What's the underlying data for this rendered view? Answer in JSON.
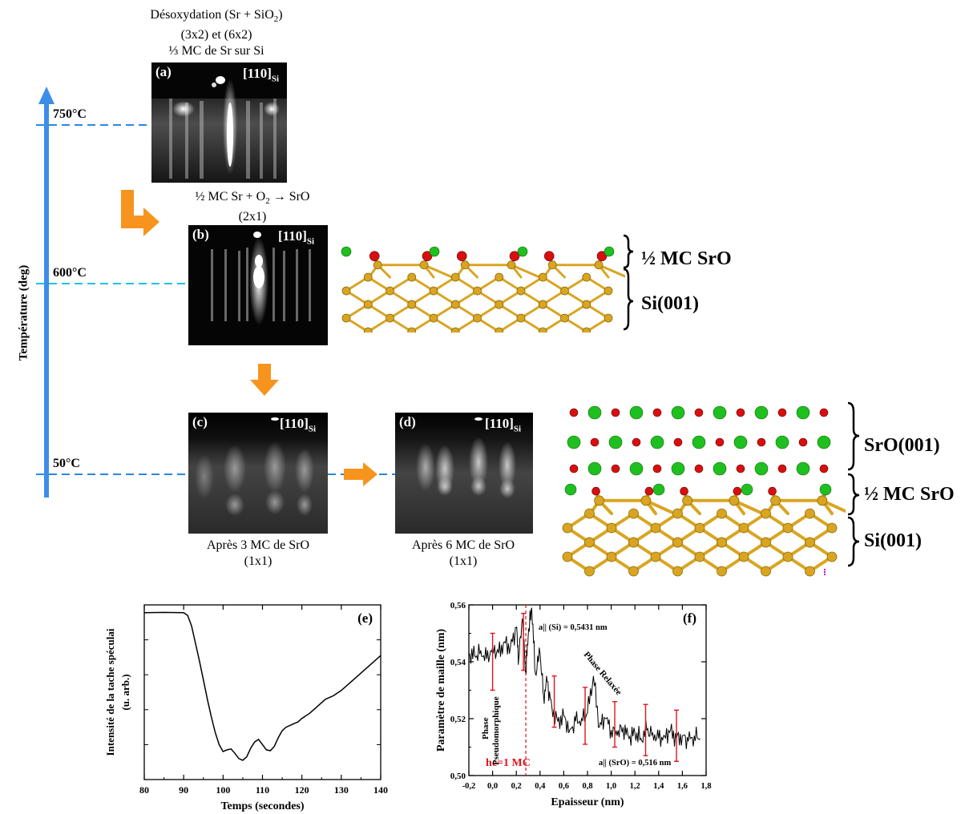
{
  "header": {
    "line1": "Désoxydation (Sr + SiO",
    "line1_sub": "2",
    "line1_end": ")",
    "line2": "(3x2) et (6x2)",
    "line3": "⅓ MC de Sr sur Si"
  },
  "step_b": {
    "line1_start": "½ MC Sr + O",
    "line1_sub": "2",
    "line1_end": " → SrO",
    "line2": "(2x1)"
  },
  "temperature_axis": {
    "label": "Température (deg)",
    "t750": "750°C",
    "t600": "600°C",
    "t50": "50°C"
  },
  "panels": {
    "a": {
      "label": "(a)",
      "dir": "[110]",
      "dir_sub": "Si"
    },
    "b": {
      "label": "(b)",
      "dir": "[110]",
      "dir_sub": "Si"
    },
    "c": {
      "label": "(c)",
      "dir": "[110]",
      "dir_sub": "Si",
      "caption1": "Après 3 MC de SrO",
      "caption2": "(1x1)"
    },
    "d": {
      "label": "(d)",
      "dir": "[110]",
      "dir_sub": "Si",
      "caption1": "Après 6 MC de SrO",
      "caption2": "(1x1)"
    }
  },
  "structure_small": {
    "top": "½ MC SrO",
    "bottom": "Si(001)"
  },
  "structure_large": {
    "top": "SrO(001)",
    "middle": "½ MC SrO",
    "bottom": "Si(001)"
  },
  "colors": {
    "arrow_blue": "#3d8ee8",
    "dash_blue": "#2e86de",
    "dash_cyan": "#19c4e6",
    "orange": "#f7941d",
    "si_gold": "#d9a521",
    "oxygen_red": "#d80f0f",
    "sr_green": "#1fbf1f",
    "error_red": "#e0141e"
  },
  "chart_data": [
    {
      "type": "line",
      "panel": "(e)",
      "title": "",
      "xlabel": "Temps (secondes)",
      "ylabel": "Intensité de la tache spéculai (u. arb.)",
      "ylabel_line1": "Intensité de la tache spéculai",
      "ylabel_line2": "(u. arb.)",
      "xlim": [
        80,
        140
      ],
      "ylim": [
        0,
        1
      ],
      "xticks": [
        "80",
        "90",
        "100",
        "110",
        "120",
        "130",
        "140"
      ],
      "x": [
        80,
        85,
        90,
        91,
        92,
        93,
        94,
        95,
        96,
        97,
        98,
        99,
        100,
        101,
        102,
        103,
        104,
        105,
        106,
        107,
        108,
        109,
        110,
        111,
        112,
        113,
        114,
        115,
        116,
        117,
        118,
        119,
        120,
        122,
        124,
        126,
        128,
        130,
        132,
        134,
        136,
        138,
        140
      ],
      "y": [
        0.955,
        0.957,
        0.955,
        0.94,
        0.88,
        0.78,
        0.68,
        0.57,
        0.46,
        0.36,
        0.27,
        0.2,
        0.16,
        0.17,
        0.175,
        0.15,
        0.12,
        0.11,
        0.13,
        0.18,
        0.215,
        0.23,
        0.2,
        0.17,
        0.165,
        0.19,
        0.24,
        0.28,
        0.3,
        0.31,
        0.32,
        0.33,
        0.35,
        0.38,
        0.42,
        0.46,
        0.48,
        0.51,
        0.55,
        0.59,
        0.63,
        0.67,
        0.71
      ]
    },
    {
      "type": "line",
      "panel": "(f)",
      "title": "",
      "xlabel": "Epaisseur  (nm)",
      "ylabel": "Paramètre de maille (nm)",
      "xlim": [
        -0.2,
        1.8
      ],
      "ylim": [
        0.5,
        0.56
      ],
      "xticks": [
        "-0,2",
        "0,0",
        "0,2",
        "0,4",
        "0,6",
        "0,8",
        "1,0",
        "1,2",
        "1,4",
        "1,6",
        "1,8"
      ],
      "yticks": [
        "0,50",
        "0,52",
        "0,54",
        "0,56"
      ],
      "x": [
        -0.2,
        -0.15,
        -0.1,
        -0.05,
        0.0,
        0.05,
        0.1,
        0.15,
        0.2,
        0.22,
        0.25,
        0.28,
        0.3,
        0.33,
        0.36,
        0.4,
        0.43,
        0.46,
        0.5,
        0.55,
        0.6,
        0.65,
        0.7,
        0.75,
        0.8,
        0.85,
        0.9,
        0.95,
        1.0,
        1.05,
        1.1,
        1.15,
        1.2,
        1.25,
        1.3,
        1.35,
        1.4,
        1.45,
        1.5,
        1.55,
        1.6,
        1.65,
        1.7,
        1.75
      ],
      "y": [
        0.543,
        0.542,
        0.544,
        0.541,
        0.545,
        0.543,
        0.547,
        0.545,
        0.552,
        0.541,
        0.555,
        0.536,
        0.549,
        0.559,
        0.536,
        0.543,
        0.528,
        0.533,
        0.524,
        0.519,
        0.521,
        0.516,
        0.519,
        0.52,
        0.522,
        0.535,
        0.517,
        0.52,
        0.516,
        0.514,
        0.517,
        0.513,
        0.515,
        0.513,
        0.516,
        0.515,
        0.513,
        0.514,
        0.516,
        0.513,
        0.514,
        0.512,
        0.514,
        0.513
      ],
      "error_bars": {
        "x": [
          0.0,
          0.26,
          0.52,
          0.78,
          1.03,
          1.29,
          1.55
        ],
        "y": [
          0.54,
          0.547,
          0.526,
          0.521,
          0.518,
          0.516,
          0.514
        ],
        "err": [
          0.01,
          0.01,
          0.009,
          0.01,
          0.008,
          0.009,
          0.009
        ]
      },
      "annotations": {
        "hc": "hc=1 MC",
        "hc_x": 0.28,
        "a_si": "a|| (Si) = 0,5431 nm",
        "a_sro": "a|| (SrO) = 0,516 nm",
        "phase1a": "Phase",
        "phase1b": "Pseudomorphique",
        "phase2": "Phase Relaxée"
      }
    }
  ]
}
